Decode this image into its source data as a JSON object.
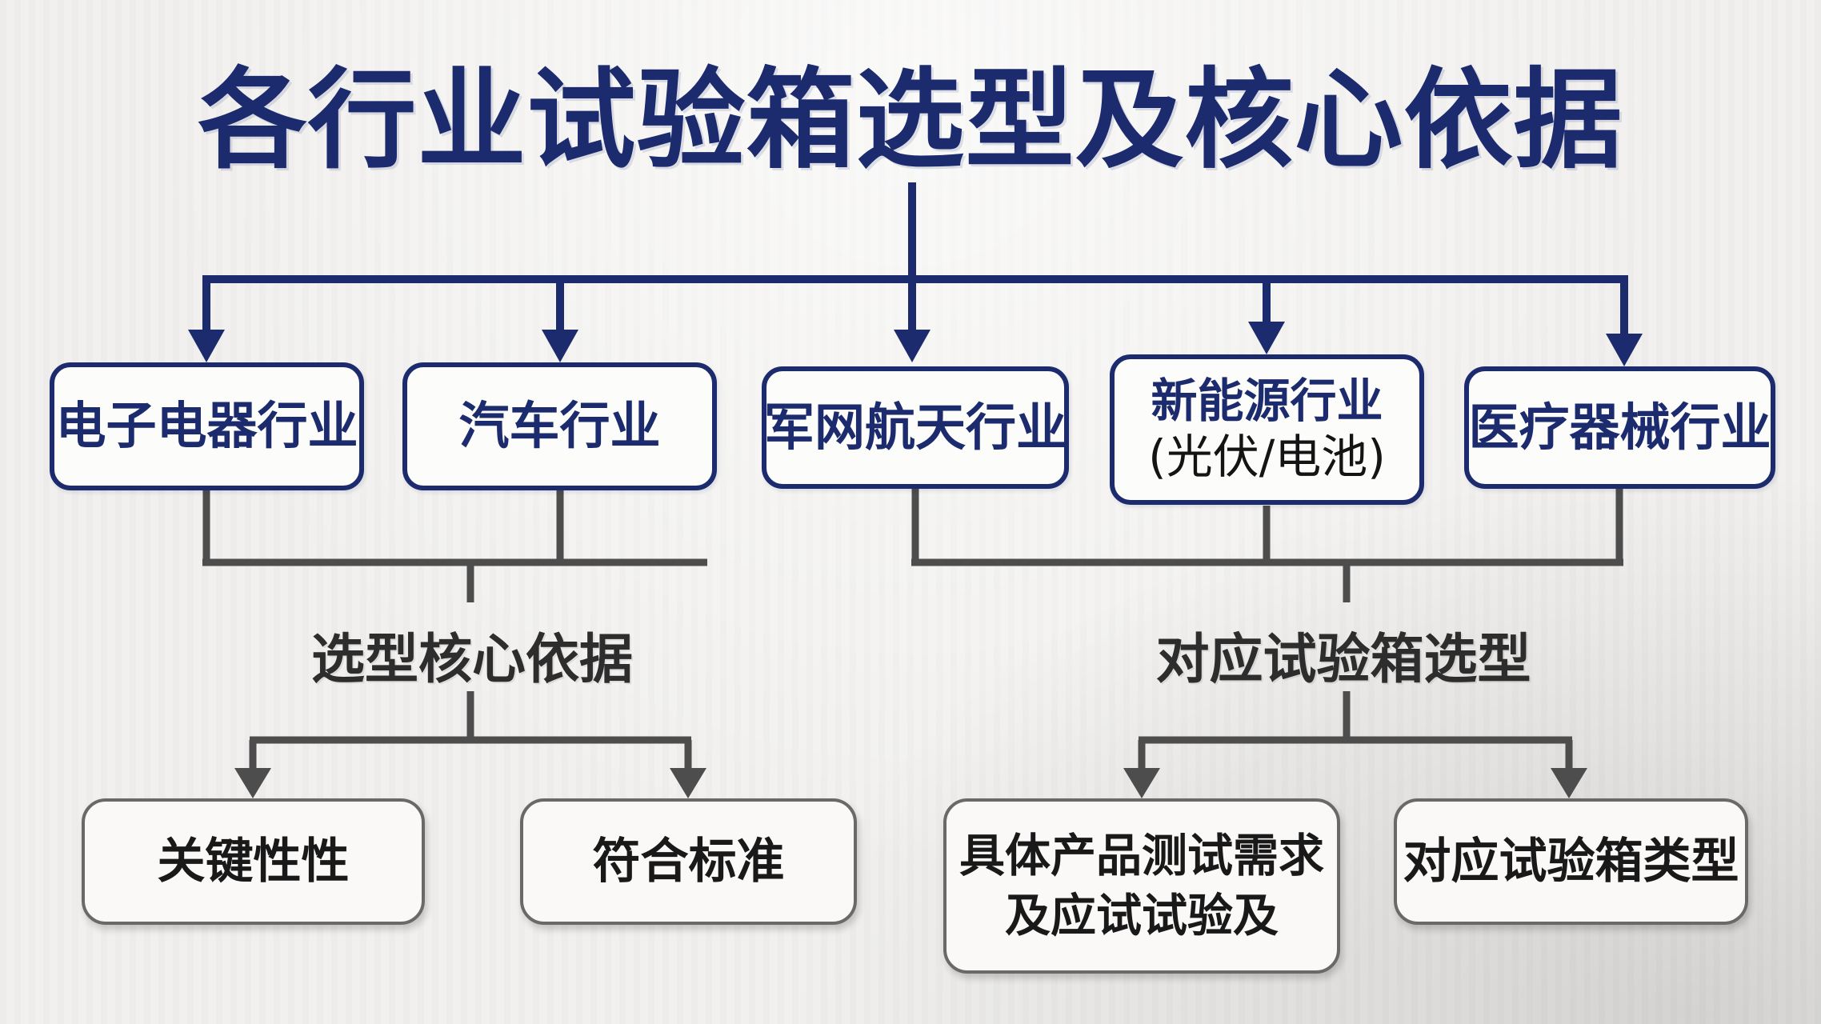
{
  "title": "各行业试验箱选型及核心依据",
  "industries": [
    {
      "label": "电子电器行业"
    },
    {
      "label": "汽车行业"
    },
    {
      "label": "军网航天行业"
    },
    {
      "label": "新能源行业",
      "sublabel": "(光伏/电池)"
    },
    {
      "label": "医疗器械行业"
    }
  ],
  "branch_labels": {
    "left": "选型核心依据",
    "right": "对应试验箱选型"
  },
  "outcomes": [
    {
      "label": "关键性性"
    },
    {
      "label": "符合标准"
    },
    {
      "label": "具体产品测试需求",
      "sublabel": "及应试试验及"
    },
    {
      "label": "对应试验箱类型"
    }
  ],
  "colors": {
    "title_navy": "#1c2b6e",
    "industry_box_border": "#1c2b6e",
    "industry_sublabel_text": "#141414",
    "connector_navy": "#1c2b6e",
    "connector_gray": "#4d4d4d",
    "outcome_box_border": "#696969",
    "outcome_text": "#191919",
    "branch_label_text": "#2d2d2d",
    "background": "#f1f0ee"
  }
}
